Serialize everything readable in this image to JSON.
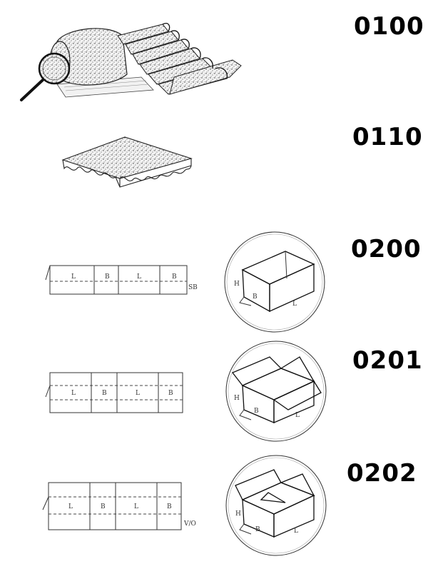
{
  "codes": [
    {
      "id": "0100"
    },
    {
      "id": "0110"
    },
    {
      "id": "0200"
    },
    {
      "id": "0201"
    },
    {
      "id": "0202"
    }
  ],
  "colors": {
    "ink": "#111111",
    "background": "#ffffff"
  },
  "icons": {
    "row1": "corrugated-roll-magnifier-illustration",
    "row2": "corrugated-sheet-illustration",
    "row3": "slotted-box-blank-and-box-0200",
    "row4": "slotted-box-blank-and-box-0201",
    "row5": "slotted-box-blank-and-box-0202"
  }
}
